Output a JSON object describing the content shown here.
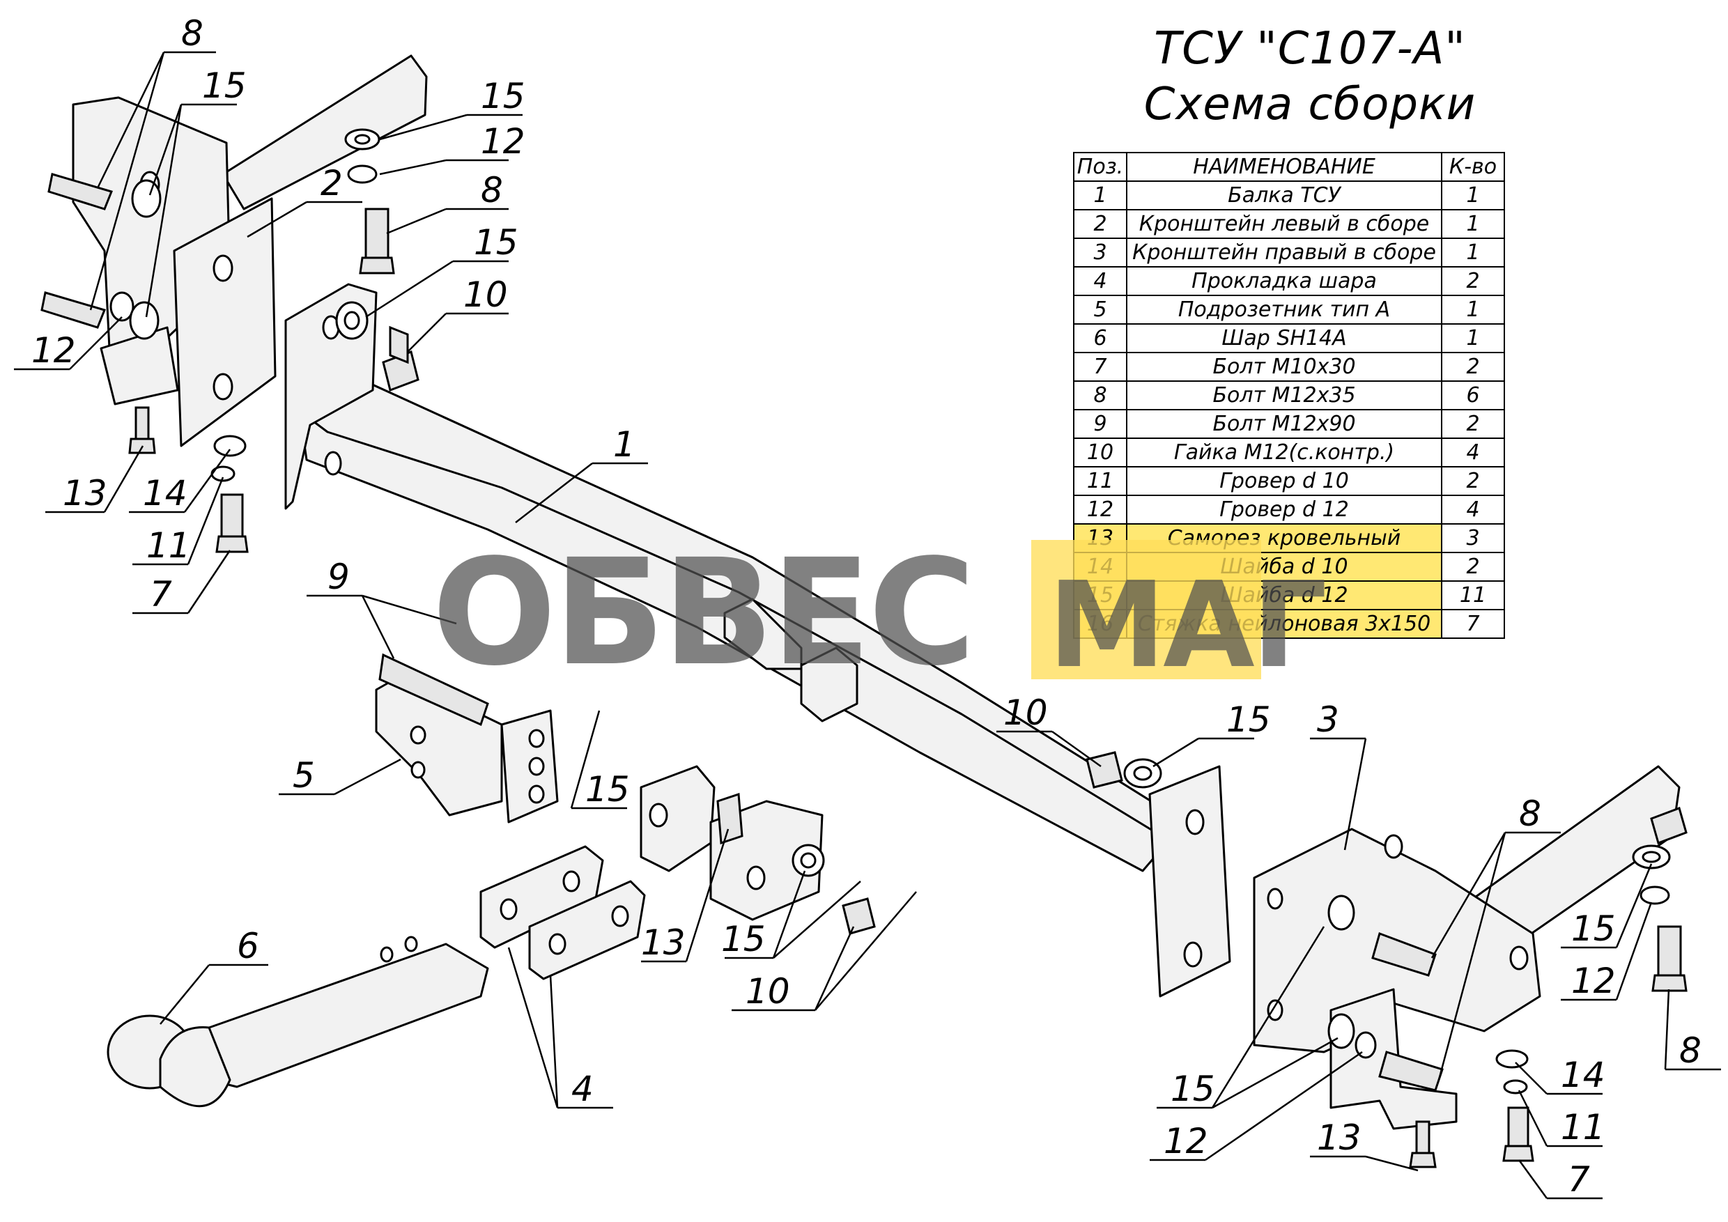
{
  "title": {
    "line1": "ТСУ \"С107-А\"",
    "line2": "Схема сборки"
  },
  "bom": {
    "headers": [
      "Поз.",
      "НАИМЕНОВАНИЕ",
      "К-во"
    ],
    "rows": [
      {
        "pos": "1",
        "name": "Балка ТСУ",
        "qty": "1"
      },
      {
        "pos": "2",
        "name": "Кронштейн левый в сборе",
        "qty": "1"
      },
      {
        "pos": "3",
        "name": "Кронштейн правый в сборе",
        "qty": "1"
      },
      {
        "pos": "4",
        "name": "Прокладка шара",
        "qty": "2"
      },
      {
        "pos": "5",
        "name": "Подрозетник тип А",
        "qty": "1"
      },
      {
        "pos": "6",
        "name": "Шар SH14A",
        "qty": "1"
      },
      {
        "pos": "7",
        "name": "Болт М10х30",
        "qty": "2"
      },
      {
        "pos": "8",
        "name": "Болт М12х35",
        "qty": "6"
      },
      {
        "pos": "9",
        "name": "Болт М12х90",
        "qty": "2"
      },
      {
        "pos": "10",
        "name": "Гайка М12(с.контр.)",
        "qty": "4"
      },
      {
        "pos": "11",
        "name": "Гровер d 10",
        "qty": "2"
      },
      {
        "pos": "12",
        "name": "Гровер d 12",
        "qty": "4"
      },
      {
        "pos": "13",
        "name": "Саморез кровельный",
        "qty": "3"
      },
      {
        "pos": "14",
        "name": "Шайба d 10",
        "qty": "2"
      },
      {
        "pos": "15",
        "name": "Шайба d 12",
        "qty": "11"
      },
      {
        "pos": "16",
        "name": "Стяжка нейлоновая 3х150",
        "qty": "7"
      }
    ]
  },
  "callouts": [
    "8",
    "15",
    "15",
    "12",
    "8",
    "15",
    "10",
    "2",
    "12",
    "13",
    "14",
    "11",
    "7",
    "1",
    "9",
    "5",
    "15",
    "13",
    "15",
    "10",
    "10",
    "15",
    "4",
    "6",
    "3",
    "8",
    "15",
    "12",
    "14",
    "8",
    "11",
    "7",
    "15",
    "12",
    "13"
  ],
  "watermark": {
    "part1": "ОБВЕС",
    "part2": "МАГ",
    "accent": "#ffde5a"
  },
  "colors": {
    "highlight": "#ffe873",
    "line": "#000000",
    "part_fill": "#f2f2f2"
  }
}
